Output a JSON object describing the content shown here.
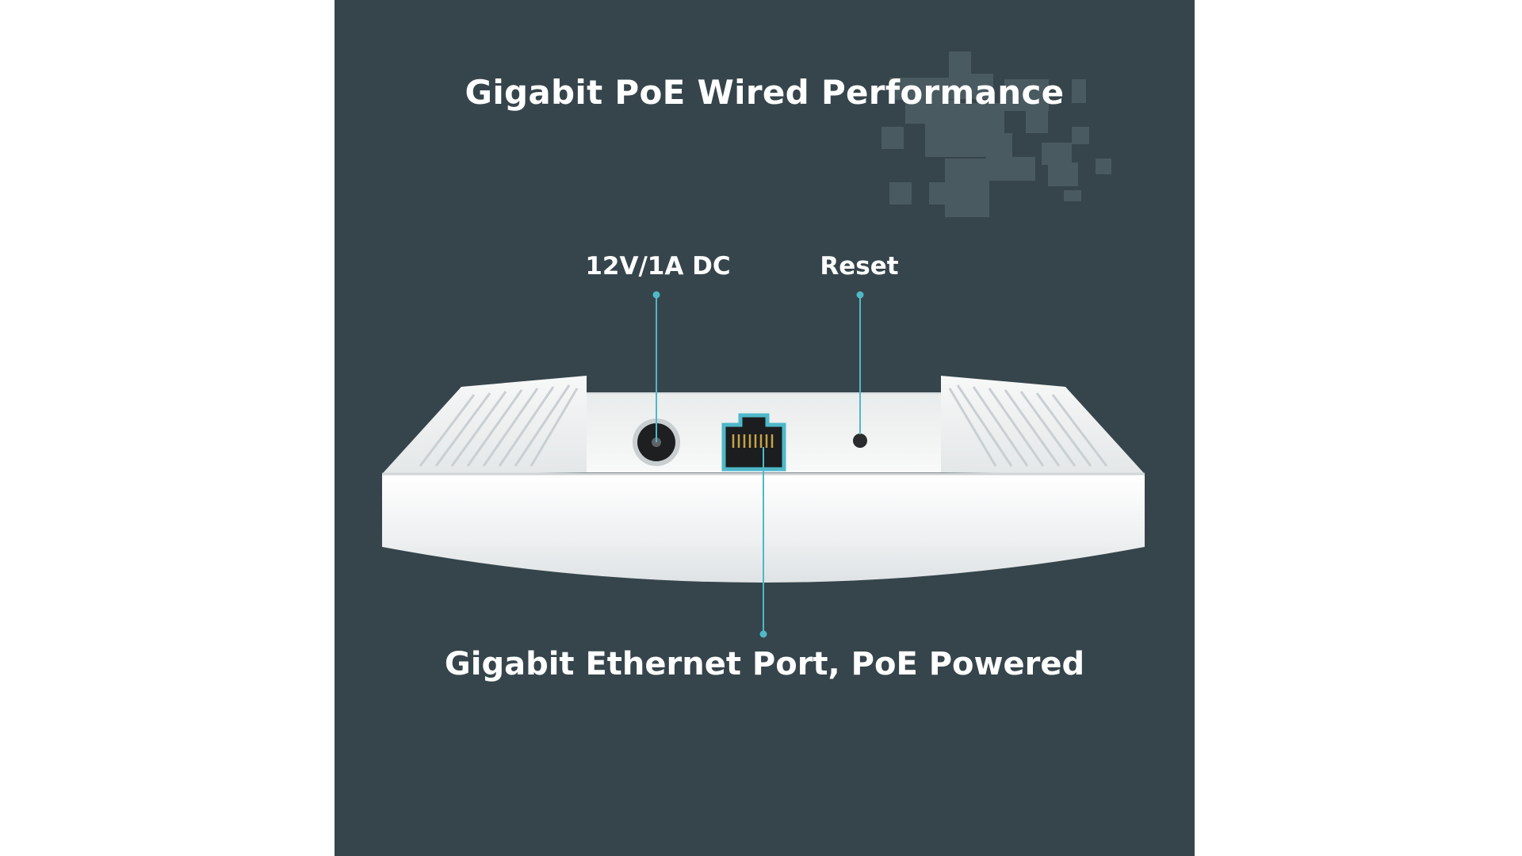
{
  "heading": "Gigabit PoE Wired Performance",
  "callouts": {
    "dc_power": "12V/1A DC",
    "reset": "Reset",
    "ethernet": "Gigabit Ethernet Port, PoE Powered"
  },
  "colors": {
    "background": "#36454b",
    "accent_line": "#4fb8c9",
    "text": "#ffffff",
    "device": "#f3f4f4"
  }
}
